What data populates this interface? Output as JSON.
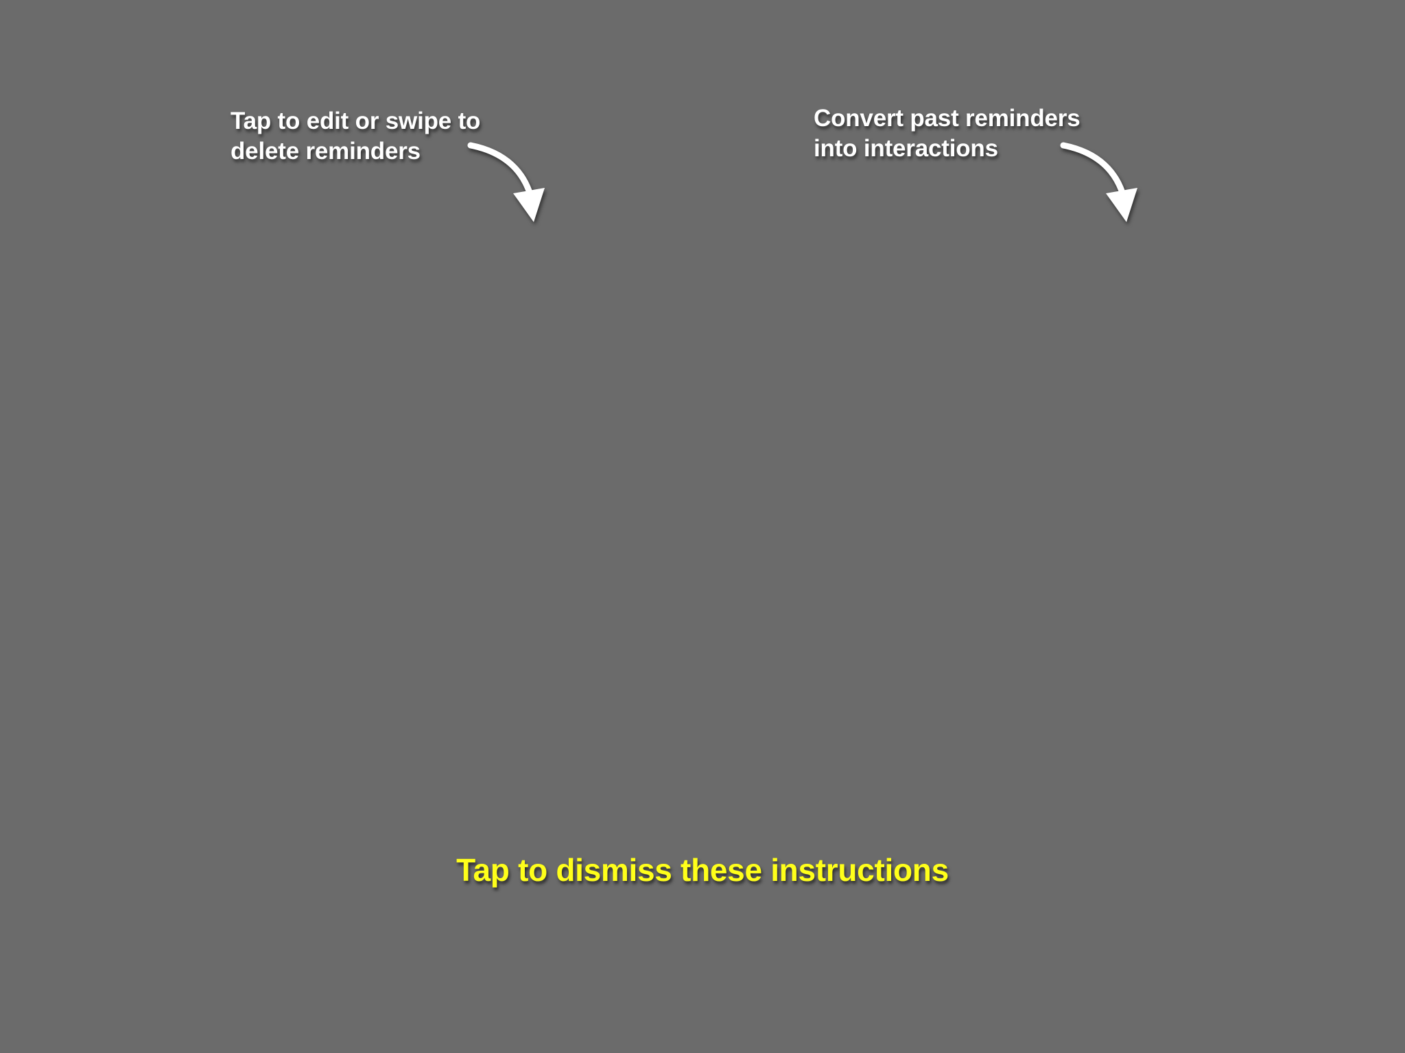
{
  "overlay": {
    "background_color": "#6b6b6b",
    "hints": [
      {
        "lines": [
          "Tap to edit or swipe to",
          "delete reminders"
        ],
        "color": "#ffffff",
        "arrow_icon": "curved-arrow-down-right-icon"
      },
      {
        "lines": [
          "Convert past reminders",
          "into interactions"
        ],
        "color": "#ffffff",
        "arrow_icon": "curved-arrow-down-right-icon"
      }
    ],
    "dismiss_text": "Tap to dismiss these instructions",
    "dismiss_color": "#ffff1a"
  }
}
